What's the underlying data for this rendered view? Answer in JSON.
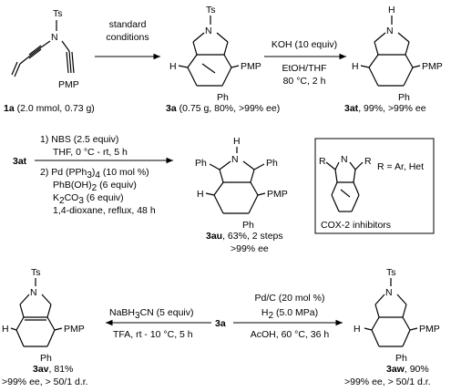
{
  "row1": {
    "sm": {
      "label": "1a",
      "amount": " (2.0 mmol, 0.73 g)",
      "ts": "Ts",
      "n": "N",
      "pmp": "PMP"
    },
    "arrow1": {
      "line1": "standard",
      "line2": "conditions"
    },
    "p3a": {
      "label": "3a",
      "detail": " (0.75 g, 80%, >99% ee)",
      "ts": "Ts",
      "n": "N",
      "h": "H",
      "pmp": "PMP",
      "ph": "Ph"
    },
    "arrow2": {
      "line1": "KOH (10 equiv)",
      "line2": "EtOH/THF",
      "line3": "80 °C, 2 h"
    },
    "p3at": {
      "label": "3at",
      "detail": ", 99%, >99% ee",
      "nh_h": "H",
      "n": "N",
      "h": "H",
      "pmp": "PMP",
      "ph": "Ph"
    }
  },
  "row2": {
    "start": "3at",
    "step1": "1) NBS (2.5 equiv)",
    "step1b": "THF, 0 °C - rt, 5 h",
    "step2": "2) Pd (PPh",
    "step2_sub": "3",
    "step2_rest": ")",
    "step2_sub2": "4",
    "step2_end": " (10 mol %)",
    "step3": "PhB(OH)",
    "step3_sub": "2",
    "step3_end": " (6 equiv)",
    "step4": "K",
    "step4_sub": "2",
    "step4_mid": "CO",
    "step4_sub2": "3",
    "step4_end": " (6 equiv)",
    "step5": "1,4-dioxane, reflux, 48 h",
    "p3au": {
      "label": "3au",
      "detail": ", 63%, 2 steps",
      "detail2": ">99% ee",
      "ph1": "Ph",
      "ph2": "Ph",
      "nh_h": "H",
      "n": "N",
      "h": "H",
      "pmp": "PMP",
      "ph3": "Ph"
    },
    "box": {
      "r1": "R",
      "r2": "R",
      "n": "N",
      "rdef": "R = Ar, Het",
      "caption": "COX-2 inhibitors"
    }
  },
  "row3": {
    "p3av": {
      "ts": "Ts",
      "n": "N",
      "h": "H",
      "pmp": "PMP",
      "ph": "Ph",
      "label": "3av",
      "detail": ", 81%",
      "detail2": ">99% ee, > 50/1 d.r."
    },
    "left_arrow": {
      "top": "NaBH",
      "top_sub": "3",
      "top_end": "CN (5 equiv)",
      "bottom": "TFA, rt - 10 °C, 5 h"
    },
    "center": "3a",
    "right_arrow": {
      "top": "Pd/C (20 mol %)",
      "mid": "H",
      "mid_sub": "2",
      "mid_end": " (5.0 MPa)",
      "bottom": "AcOH, 60 °C, 36 h"
    },
    "p3aw": {
      "ts": "Ts",
      "n": "N",
      "h": "H",
      "pmp": "PMP",
      "ph": "Ph",
      "label": "3aw",
      "detail": ", 90%",
      "detail2": ">99% ee, > 50/1 d.r."
    }
  }
}
